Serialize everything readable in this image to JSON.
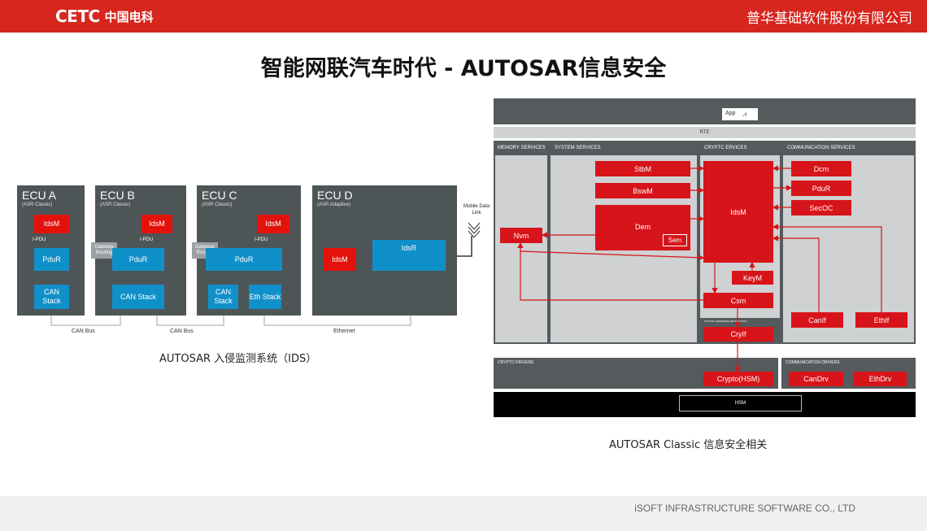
{
  "header": {
    "logo_mark": "CETC",
    "logo_cn": "中国电科",
    "company": "普华基础软件股份有限公司"
  },
  "title": "智能网联汽车时代 - AUTOSAR信息安全",
  "ids": {
    "ecus": [
      {
        "name": "ECU A",
        "sub": "(ASR Classic)"
      },
      {
        "name": "ECU B",
        "sub": "(ASR Classic)"
      },
      {
        "name": "ECU C",
        "sub": "(ASR Classic)"
      },
      {
        "name": "ECU D",
        "sub": "(ASR Adaptive)"
      }
    ],
    "idsm": "IdsM",
    "idsr": "IdsR",
    "pdur": "PduR",
    "ipdu": "I-PDU",
    "gateway": "Gateway Routing",
    "can_stack": "CAN Stack",
    "eth_stack": "Eth Stack",
    "mobile": "Mobile Data Link",
    "bus_labels": [
      "CAN Bus",
      "CAN Bus",
      "Ethernet"
    ],
    "caption": "AUTOSAR 入侵监测系统（IDS）"
  },
  "arch": {
    "app": "App",
    "rte": "RTE",
    "headers": {
      "memory": "MEMORY SERVICES",
      "system": "SYSTEM SERVICES",
      "crypto": "CRYPTC    ERVICES",
      "comm": "COMMUNICATION SERVICES",
      "crypto_abs": "CRYPTO HARDWARE ABSTRACTION",
      "crypto_drivers": "CRYPTO DRIVERS",
      "comm_drivers": "COMMUNICATION DRIVERS",
      "hsm": "HSM"
    },
    "modules": {
      "stbm": "StbM",
      "bswm": "BswM",
      "dem": "Dem",
      "sem": "Sem",
      "nvm": "Nvm",
      "idsm": "IdsM",
      "keym": "KeyM",
      "csm": "Csm",
      "cryif": "CryIf",
      "dcm": "Dcm",
      "pdur": "PduR",
      "secoc": "SecOC",
      "canif": "CanIf",
      "ethif": "EthIf",
      "crypto_hsm": "Crypto(HSM)",
      "candrv": "CanDrv",
      "ethdrv": "EthDrv"
    },
    "caption": "AUTOSAR  Classic 信息安全相关"
  },
  "footer": "iSOFT INFRASTRUCTURE SOFTWARE CO., LTD",
  "colors": {
    "brand_red": "#d7261d",
    "module_red": "#e3120b",
    "module_blue": "#1090c8",
    "ecu_bg": "#4e5557"
  }
}
